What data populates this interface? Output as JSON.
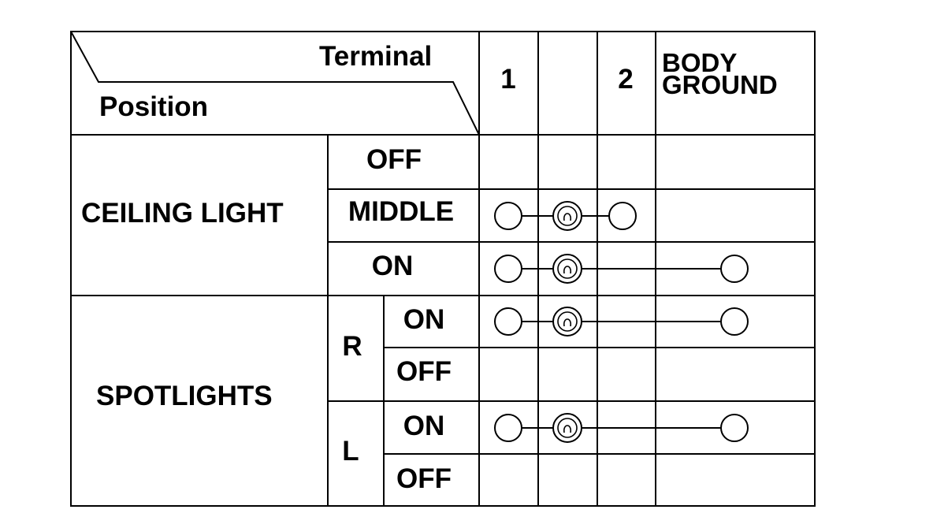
{
  "header": {
    "terminal_label": "Terminal",
    "position_label": "Position",
    "terminals": [
      "1",
      "",
      "2",
      "BODY\nGROUND"
    ]
  },
  "groups": {
    "ceiling": {
      "label": "CEILING LIGHT",
      "rows": [
        {
          "position": "OFF",
          "connected": []
        },
        {
          "position": "MIDDLE",
          "connected": [
            "1",
            "bulb",
            "2"
          ]
        },
        {
          "position": "ON",
          "connected": [
            "1",
            "bulb",
            "BODY GROUND"
          ]
        }
      ]
    },
    "spotlights": {
      "label": "SPOTLIGHTS",
      "sides": [
        {
          "side": "R",
          "rows": [
            {
              "position": "ON",
              "connected": [
                "1",
                "bulb",
                "BODY GROUND"
              ]
            },
            {
              "position": "OFF",
              "connected": []
            }
          ]
        },
        {
          "side": "L",
          "rows": [
            {
              "position": "ON",
              "connected": [
                "1",
                "bulb",
                "BODY GROUND"
              ]
            },
            {
              "position": "OFF",
              "connected": []
            }
          ]
        }
      ]
    }
  },
  "icons": {
    "terminal": "terminal-circle-icon",
    "bulb": "bulb-icon"
  }
}
